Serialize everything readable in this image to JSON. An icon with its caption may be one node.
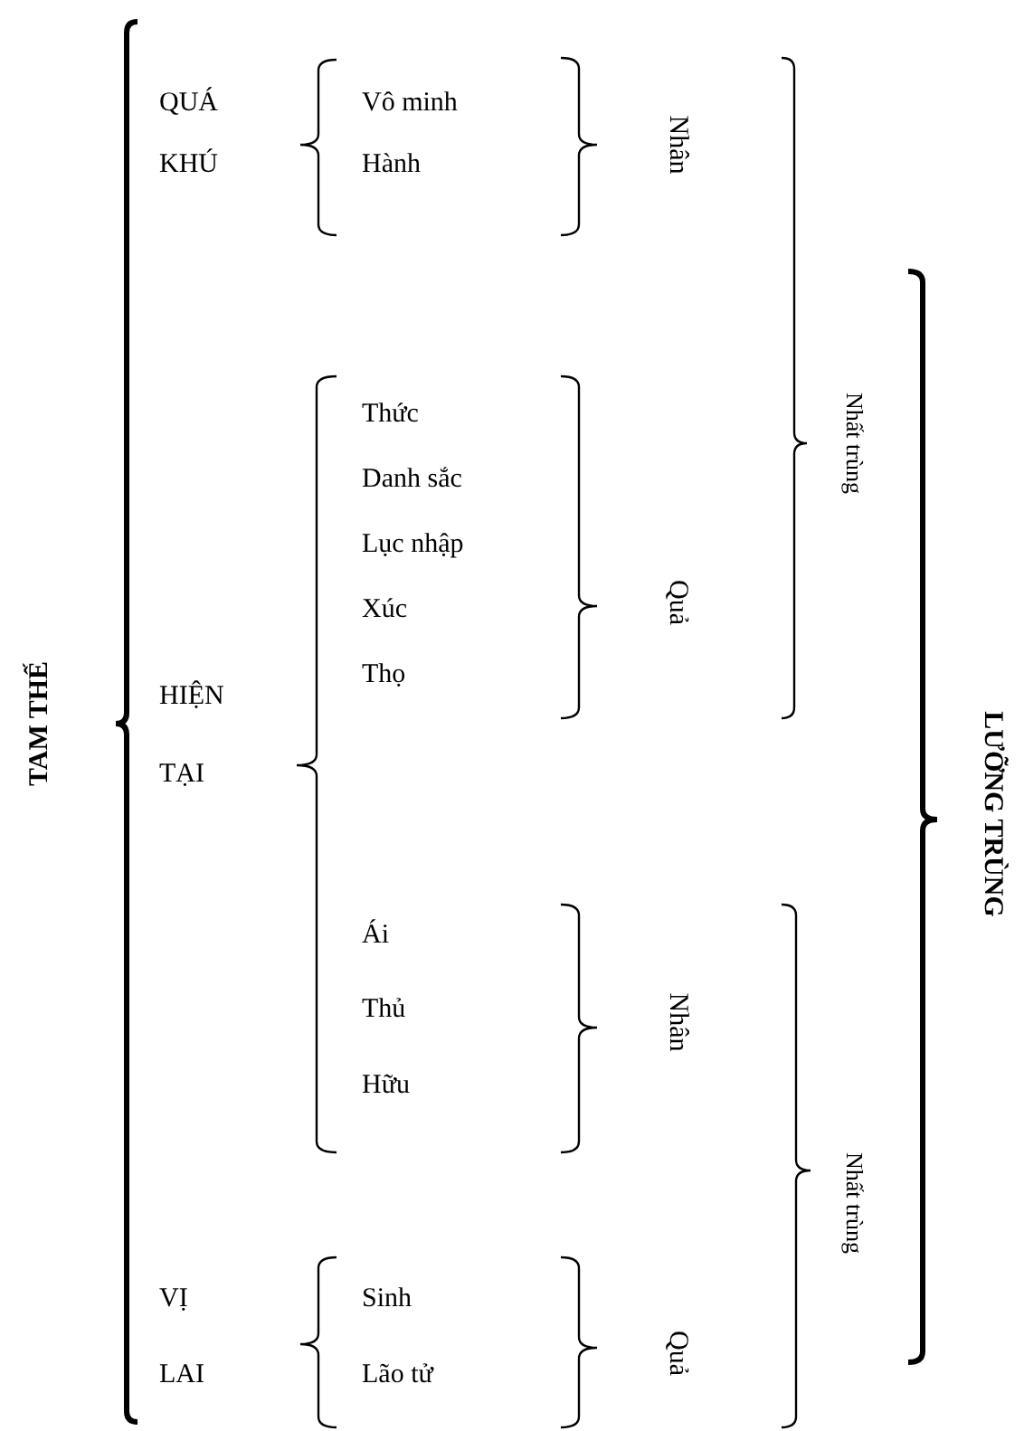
{
  "diagram": {
    "labels": [
      "TAM THẾ",
      "QUÁ",
      "KHÚ",
      "Vô minh",
      "Hành",
      "Nhân",
      "Nhất trùng",
      "HIỆN",
      "TẠI",
      "Thức",
      "Danh sắc",
      "Lục nhập",
      "Xúc",
      "Thọ",
      "Quả",
      "LƯỠNG TRÙNG",
      "Ái",
      "Thủ",
      "Hữu",
      "Nhân",
      "Nhất trùng",
      "VỊ",
      "LAI",
      "Sinh",
      "Lão tử",
      "Quả"
    ]
  }
}
